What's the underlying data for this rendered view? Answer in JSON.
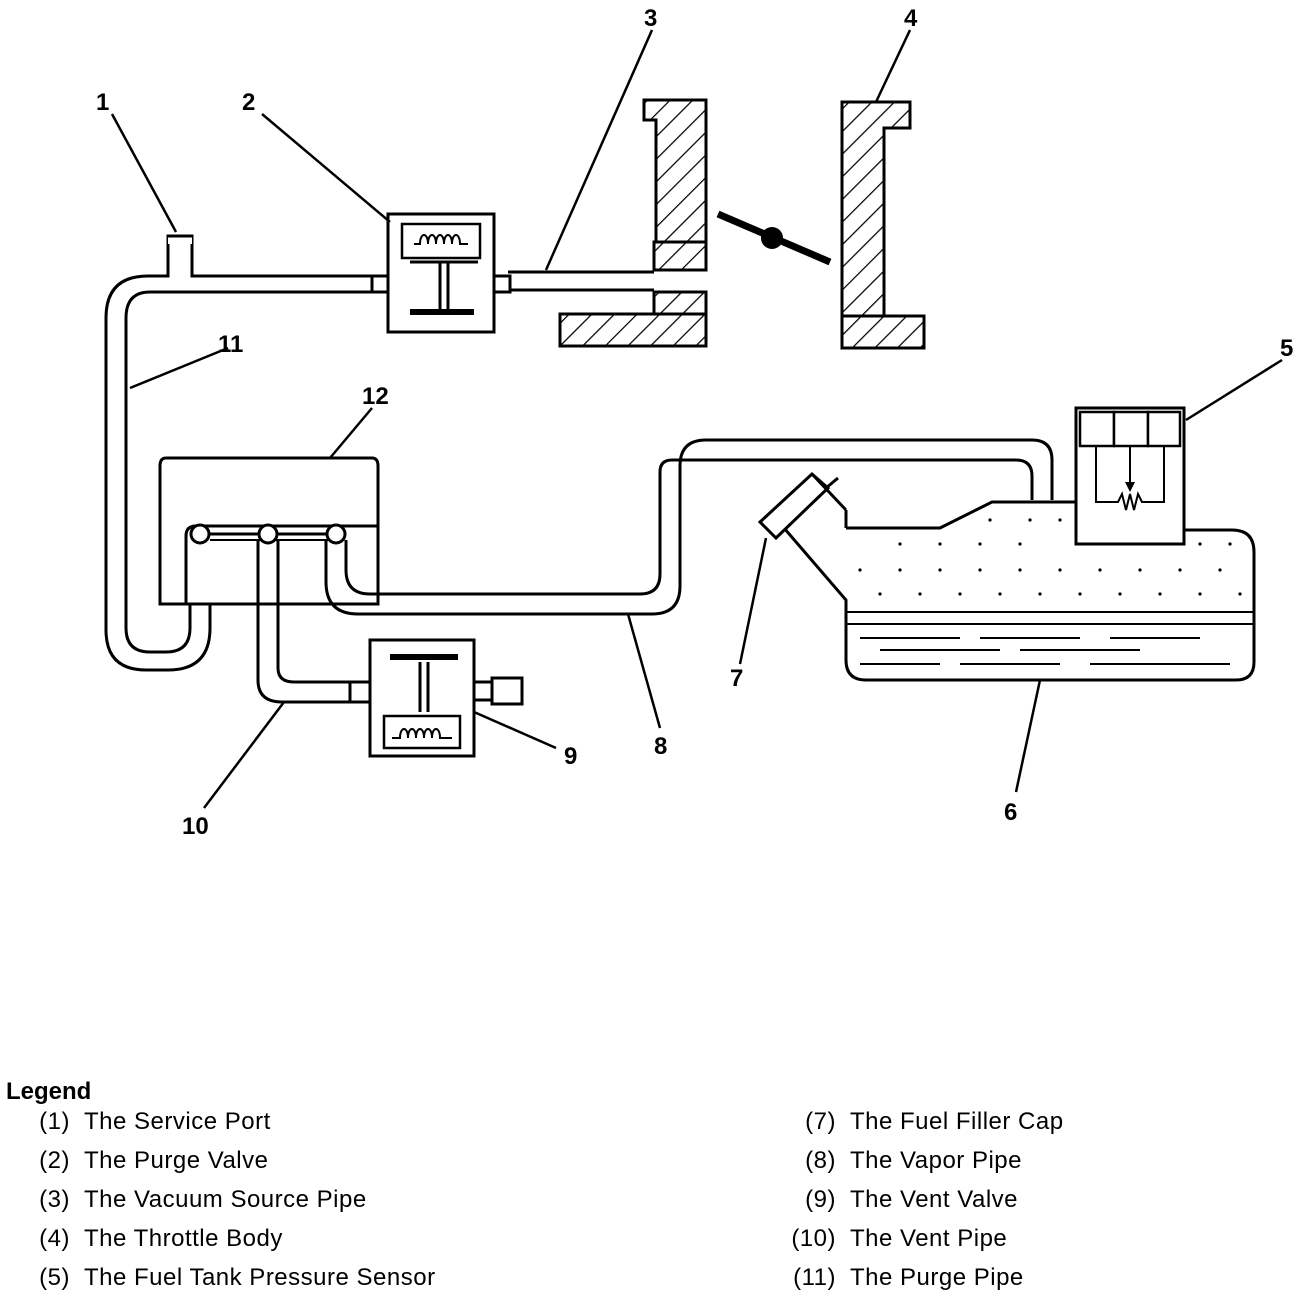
{
  "callouts": {
    "c1": "1",
    "c2": "2",
    "c3": "3",
    "c4": "4",
    "c5": "5",
    "c6": "6",
    "c7": "7",
    "c8": "8",
    "c9": "9",
    "c10": "10",
    "c11": "11",
    "c12": "12"
  },
  "legend": {
    "title": "Legend",
    "items": [
      {
        "num": "(1)",
        "label": "The Service Port"
      },
      {
        "num": "(2)",
        "label": "The Purge Valve"
      },
      {
        "num": "(3)",
        "label": "The Vacuum Source Pipe"
      },
      {
        "num": "(4)",
        "label": "The Throttle Body"
      },
      {
        "num": "(5)",
        "label": "The Fuel Tank Pressure Sensor"
      },
      {
        "num": "(7)",
        "label": "The Fuel Filler Cap"
      },
      {
        "num": "(8)",
        "label": "The Vapor Pipe"
      },
      {
        "num": "(9)",
        "label": "The Vent Valve"
      },
      {
        "num": "(10)",
        "label": "The Vent Pipe"
      },
      {
        "num": "(11)",
        "label": "The Purge Pipe"
      }
    ]
  }
}
